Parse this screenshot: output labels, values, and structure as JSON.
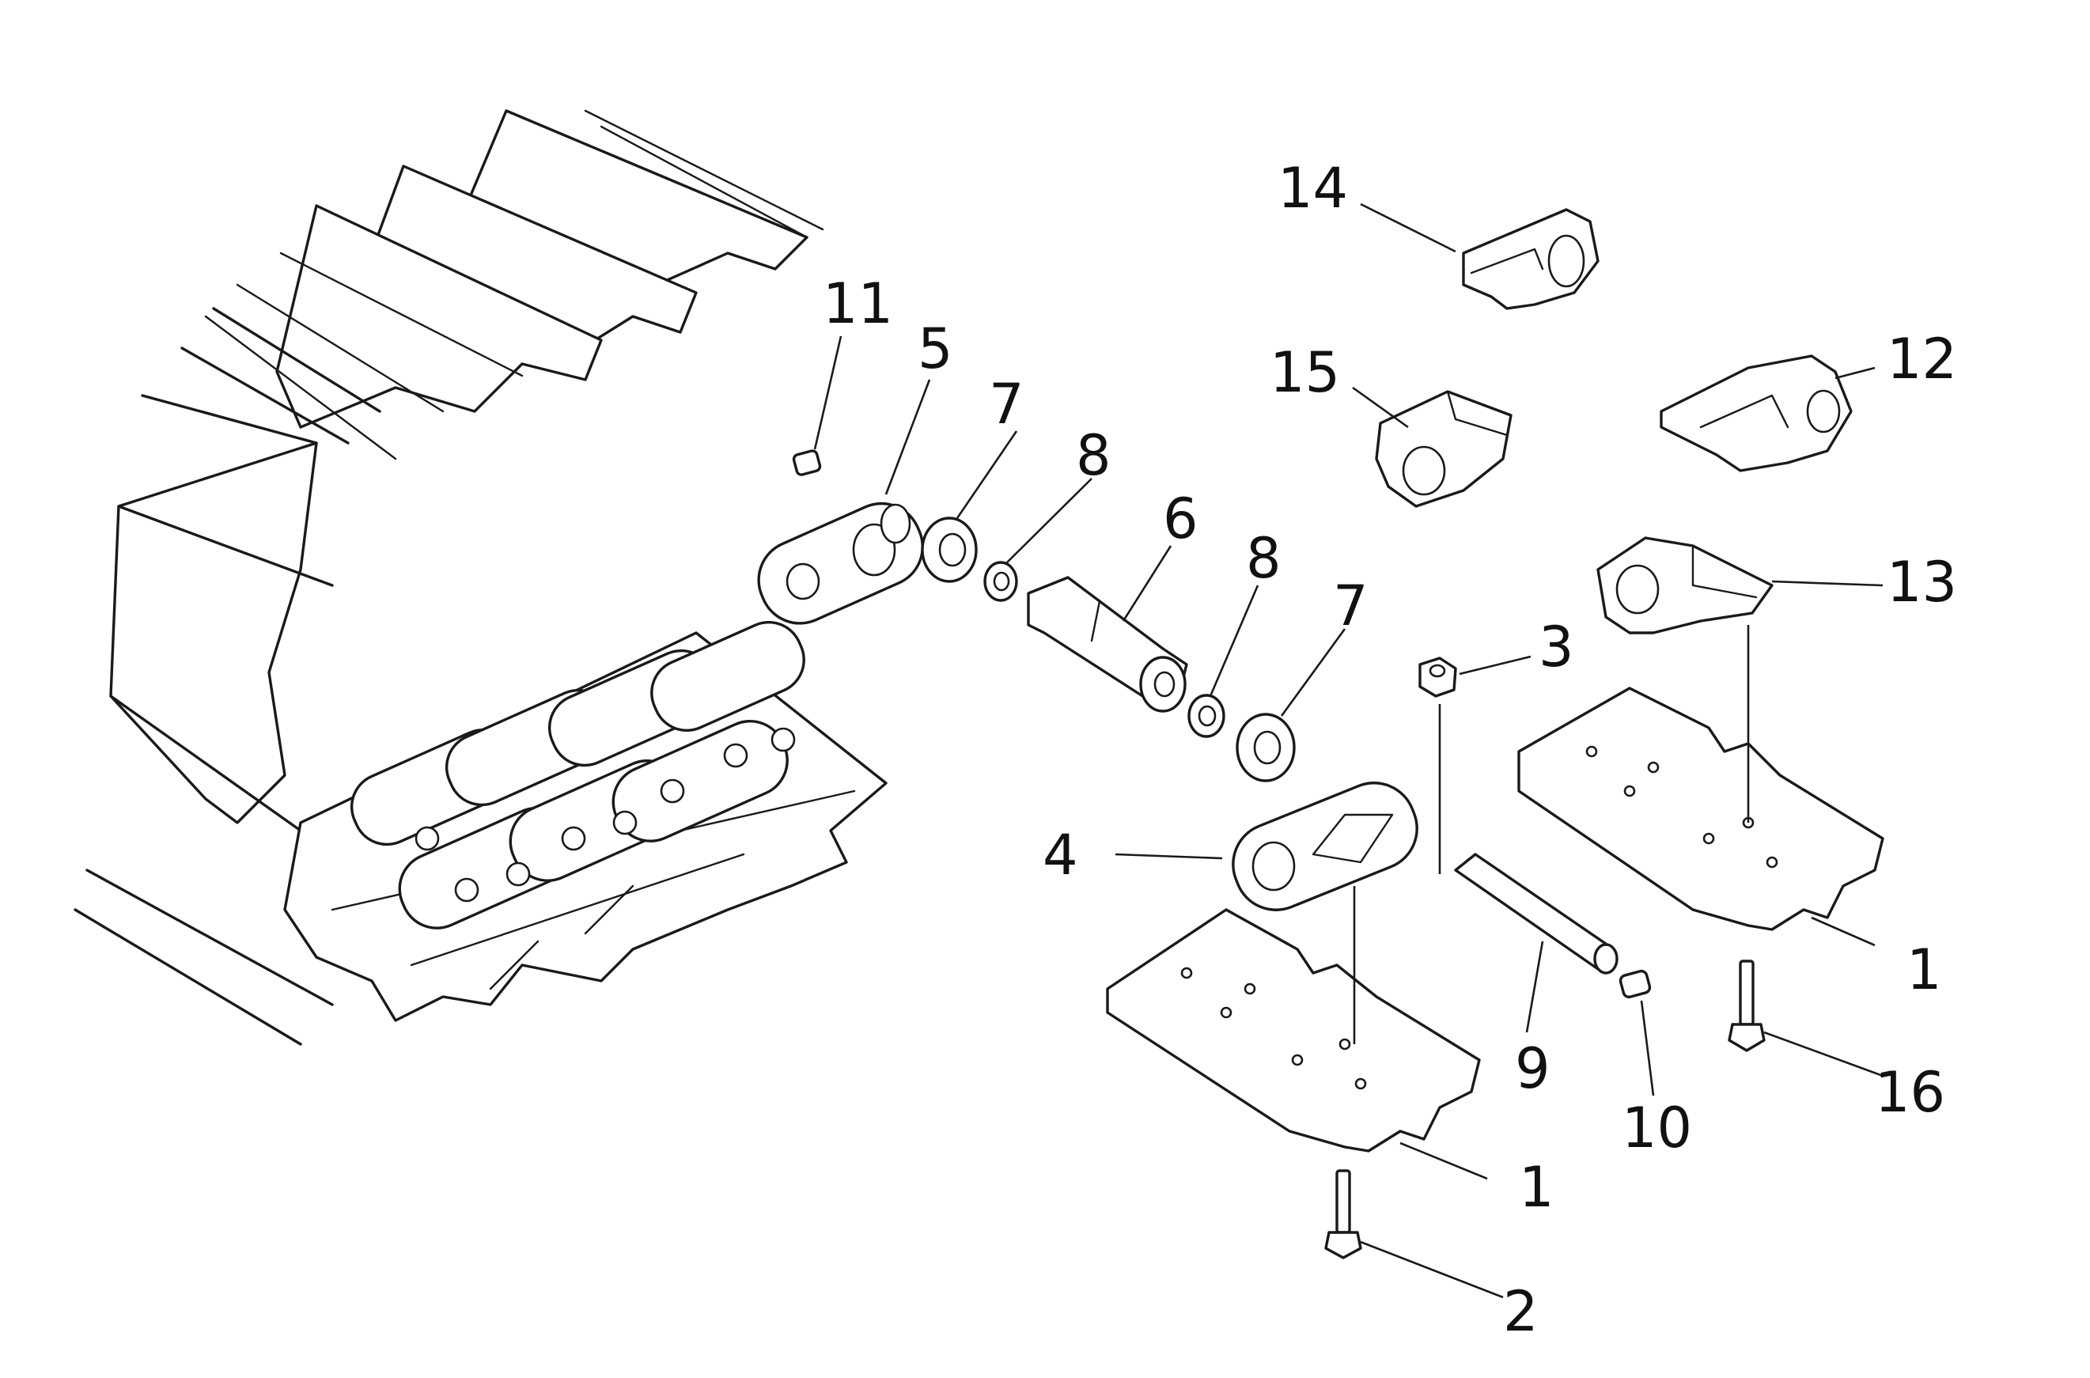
{
  "callouts": [
    {
      "id": "c14",
      "text": "14"
    },
    {
      "id": "c15",
      "text": "15"
    },
    {
      "id": "c12",
      "text": "12"
    },
    {
      "id": "c13",
      "text": "13"
    },
    {
      "id": "c11",
      "text": "11"
    },
    {
      "id": "c5",
      "text": "5"
    },
    {
      "id": "c7a",
      "text": "7"
    },
    {
      "id": "c8a",
      "text": "8"
    },
    {
      "id": "c6",
      "text": "6"
    },
    {
      "id": "c8b",
      "text": "8"
    },
    {
      "id": "c7b",
      "text": "7"
    },
    {
      "id": "c3",
      "text": "3"
    },
    {
      "id": "c4",
      "text": "4"
    },
    {
      "id": "c1a",
      "text": "1"
    },
    {
      "id": "c9",
      "text": "9"
    },
    {
      "id": "c10",
      "text": "10"
    },
    {
      "id": "c16",
      "text": "16"
    },
    {
      "id": "c1b",
      "text": "1"
    },
    {
      "id": "c2",
      "text": "2"
    }
  ]
}
